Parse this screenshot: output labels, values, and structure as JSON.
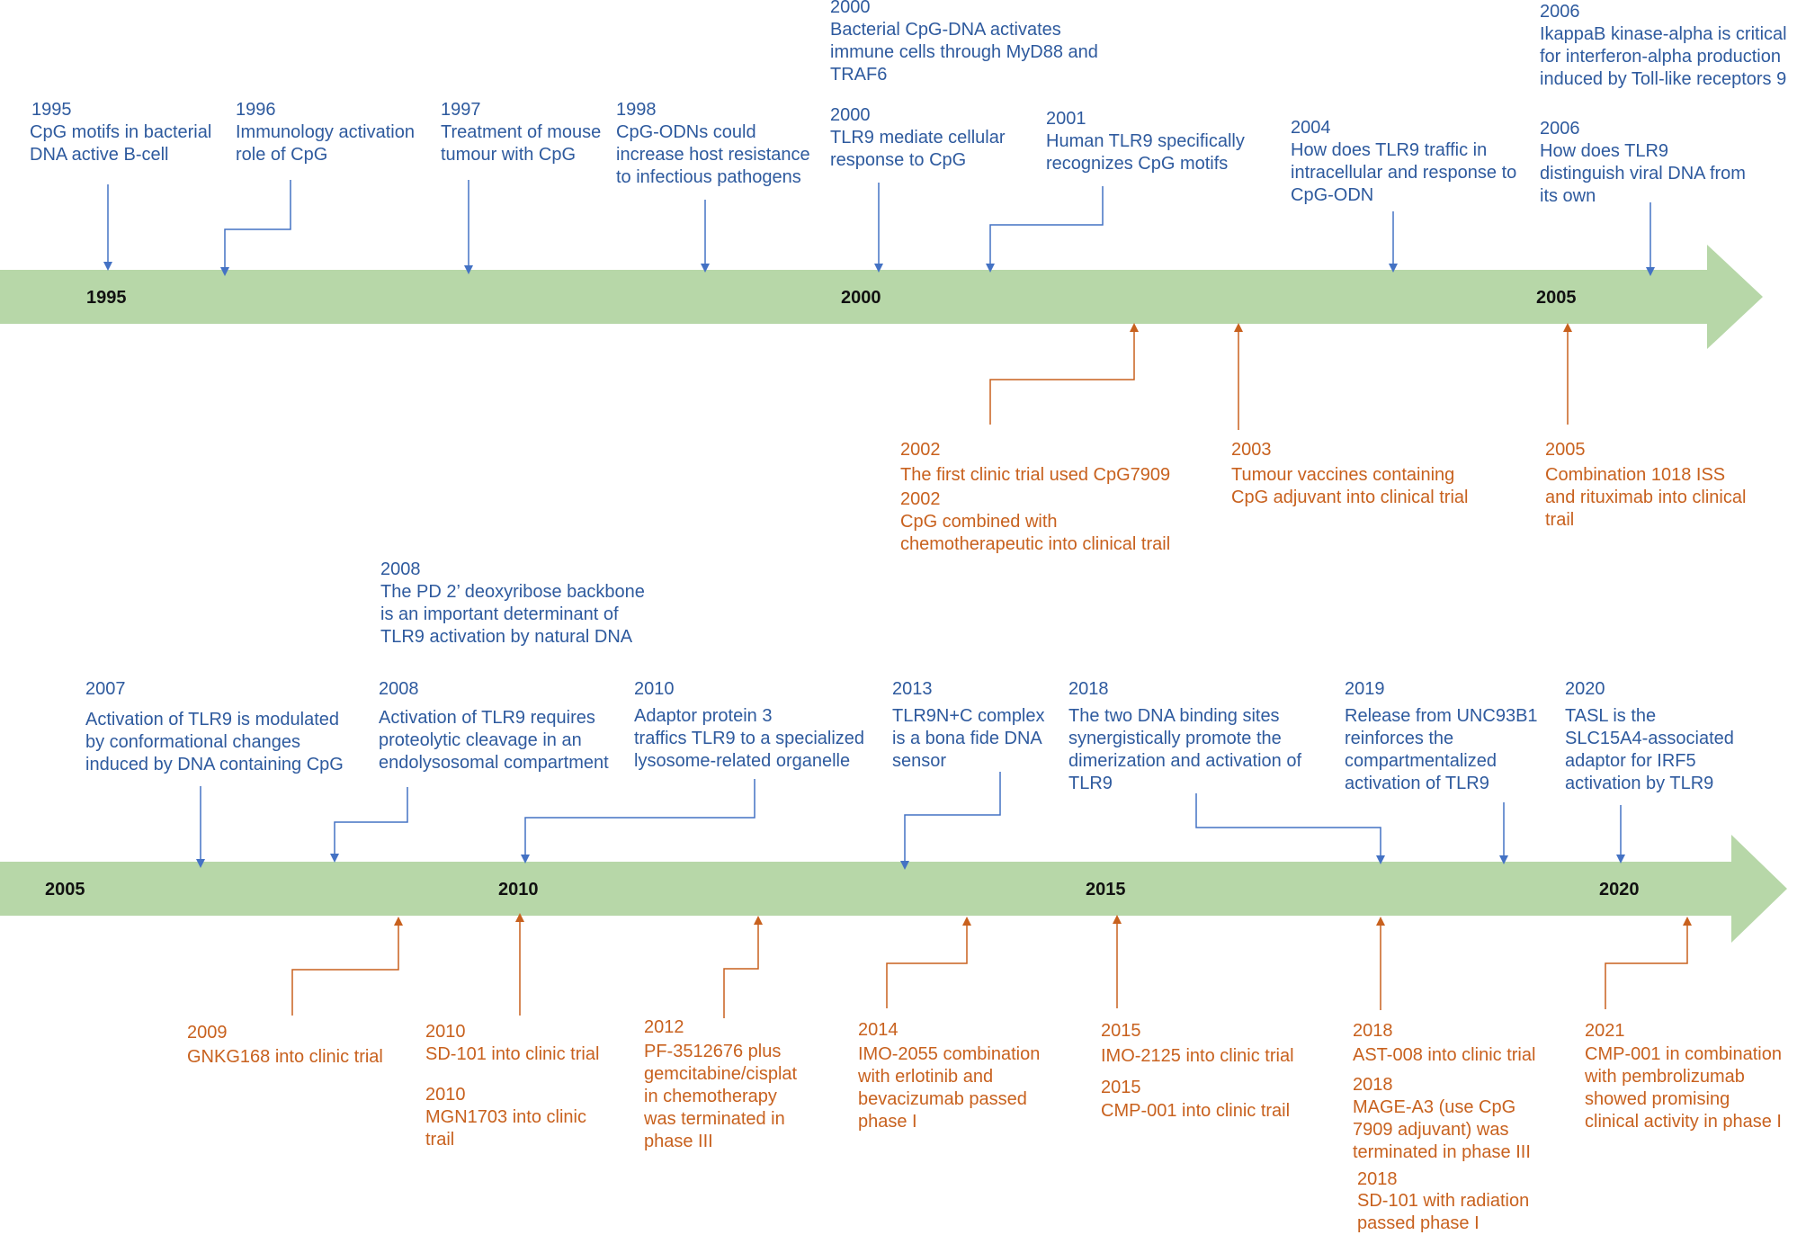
{
  "colors": {
    "band": "#b7d7a8",
    "research": "#4472c4",
    "clinical": "#c8611e",
    "research_text": "#2e5a9e",
    "clinical_text": "#c8611e"
  },
  "timeline1": {
    "ticks": [
      "1995",
      "2000",
      "2005"
    ],
    "events": [
      {
        "year": "1995",
        "text": "CpG motifs in bacterial\nDNA active B-cell"
      },
      {
        "year": "1996",
        "text": "Immunology activation\nrole of CpG"
      },
      {
        "year": "1997",
        "text": "Treatment of mouse\ntumour with CpG"
      },
      {
        "year": "1998",
        "text": "CpG-ODNs could\nincrease host resistance\nto infectious pathogens"
      },
      {
        "year": "2000",
        "text": "Bacterial CpG-DNA activates\nimmune cells through MyD88 and\nTRAF6"
      },
      {
        "year": "2000",
        "text": "TLR9 mediate cellular\nresponse to CpG"
      },
      {
        "year": "2001",
        "text": "Human TLR9 specifically\nrecognizes CpG motifs"
      },
      {
        "year": "2004",
        "text": "How does TLR9 traffic in\nintracellular and response to\nCpG-ODN"
      },
      {
        "year": "2006",
        "text": "IkappaB kinase-alpha is critical\nfor interferon-alpha production\ninduced by Toll-like receptors 9"
      },
      {
        "year": "2006",
        "text": "How does TLR9\ndistinguish viral DNA from\nits own"
      },
      {
        "year": "2002",
        "text": "The first clinic trial used CpG7909"
      },
      {
        "year": "2002",
        "text": "CpG combined with\nchemotherapeutic into clinical trail"
      },
      {
        "year": "2003",
        "text": "Tumour vaccines containing\nCpG adjuvant into clinical trial"
      },
      {
        "year": "2005",
        "text": "Combination 1018 ISS\nand rituximab into clinical\ntrail"
      }
    ]
  },
  "timeline2": {
    "ticks": [
      "2005",
      "2010",
      "2015",
      "2020"
    ],
    "events": [
      {
        "year": "2008",
        "text": "The PD 2’ deoxyribose backbone\nis an important determinant of\nTLR9 activation by natural DNA"
      },
      {
        "year": "2007",
        "text": "Activation of TLR9 is modulated\nby conformational changes\ninduced by DNA containing CpG"
      },
      {
        "year": "2008",
        "text": "Activation of TLR9 requires\nproteolytic cleavage in an\nendolysosomal compartment"
      },
      {
        "year": "2010",
        "text": "Adaptor protein 3\ntraffics TLR9 to a specialized\nlysosome-related organelle"
      },
      {
        "year": "2013",
        "text": "TLR9N+C complex\nis a bona fide DNA\nsensor"
      },
      {
        "year": "2018",
        "text": "The two DNA binding sites\nsynergistically promote the\ndimerization and activation of\nTLR9"
      },
      {
        "year": "2019",
        "text": "Release from UNC93B1\nreinforces the\ncompartmentalized\nactivation of TLR9"
      },
      {
        "year": "2020",
        "text": "TASL is the\nSLC15A4-associated\nadaptor for IRF5\nactivation by TLR9"
      },
      {
        "year": "2009",
        "text": "GNKG168 into clinic trial"
      },
      {
        "year": "2010",
        "text": "SD-101 into clinic trial"
      },
      {
        "year": "2010",
        "text": "MGN1703 into clinic\ntrail"
      },
      {
        "year": "2012",
        "text": "PF-3512676 plus\ngemcitabine/cisplat\nin chemotherapy\nwas terminated in\nphase III"
      },
      {
        "year": "2014",
        "text": "IMO-2055 combination\nwith erlotinib and\nbevacizumab passed\nphase I"
      },
      {
        "year": "2015",
        "text": "IMO-2125 into clinic trial"
      },
      {
        "year": "2015",
        "text": "CMP-001 into clinic trail"
      },
      {
        "year": "2018",
        "text": "AST-008 into clinic trial"
      },
      {
        "year": "2018",
        "text": "MAGE-A3 (use CpG\n7909 adjuvant) was\nterminated in phase III"
      },
      {
        "year": "2018",
        "text": "SD-101 with radiation\npassed phase I"
      },
      {
        "year": "2021",
        "text": "CMP-001 in combination\nwith pembrolizumab\nshowed promising\nclinical activity in phase I"
      }
    ]
  }
}
